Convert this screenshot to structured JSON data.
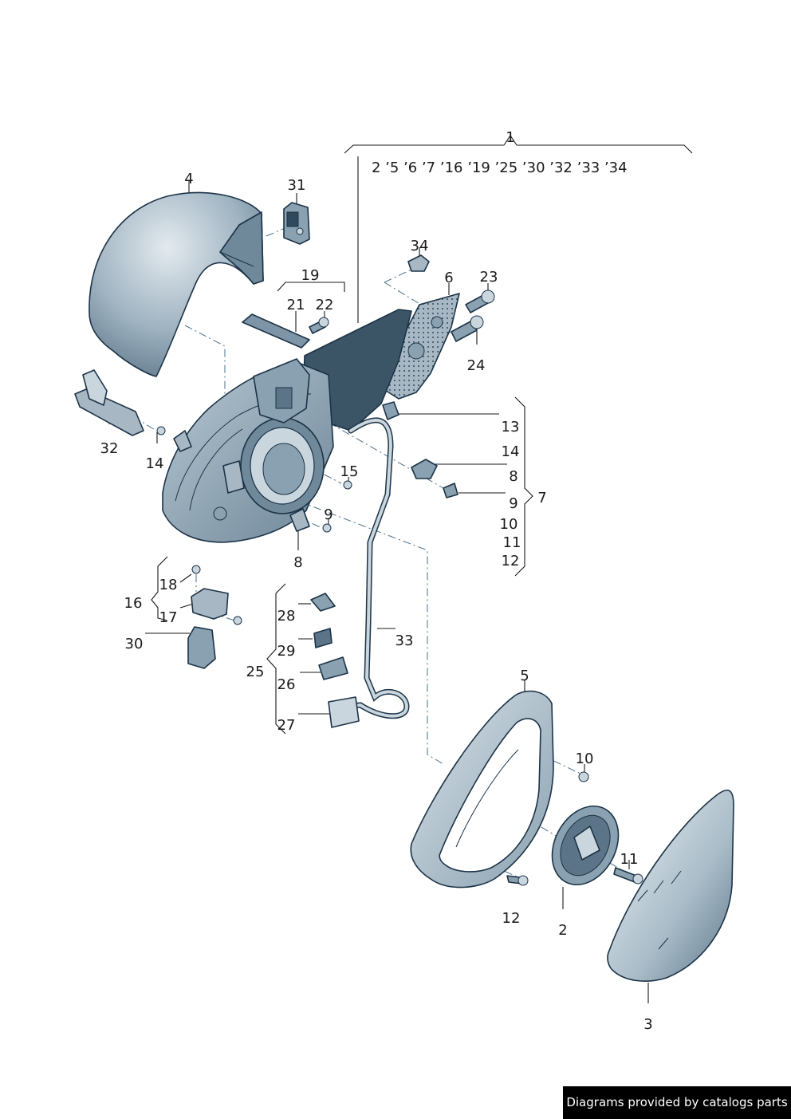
{
  "labels": {
    "l1": "1",
    "group1_list": "2 ’5 ’6 ’7 ’16 ’19 ’25 ’30 ’32 ’33 ’34",
    "l2": "2",
    "l3": "3",
    "l4": "4",
    "l5": "5",
    "l6": "6",
    "l7": "7",
    "l8a": "8",
    "l8b": "8",
    "l9a": "9",
    "l9b": "9",
    "l10a": "10",
    "l10b": "10",
    "l11a": "11",
    "l11b": "11",
    "l12a": "12",
    "l12b": "12",
    "l13": "13",
    "l14a": "14",
    "l14b": "14",
    "l15": "15",
    "l16": "16",
    "l17": "17",
    "l18": "18",
    "l19": "19",
    "l21": "21",
    "l22": "22",
    "l23": "23",
    "l24": "24",
    "l25": "25",
    "l26": "26",
    "l27": "27",
    "l28": "28",
    "l29": "29",
    "l30": "30",
    "l31": "31",
    "l32": "32",
    "l33": "33",
    "l34": "34"
  },
  "credit": "Diagrams provided by catalogs parts",
  "colors": {
    "part_fill": "#8aa3b3",
    "part_dark": "#2f4a5c",
    "part_light": "#c9d6de",
    "ink": "#1a1a1a",
    "background": "#ffffff"
  }
}
